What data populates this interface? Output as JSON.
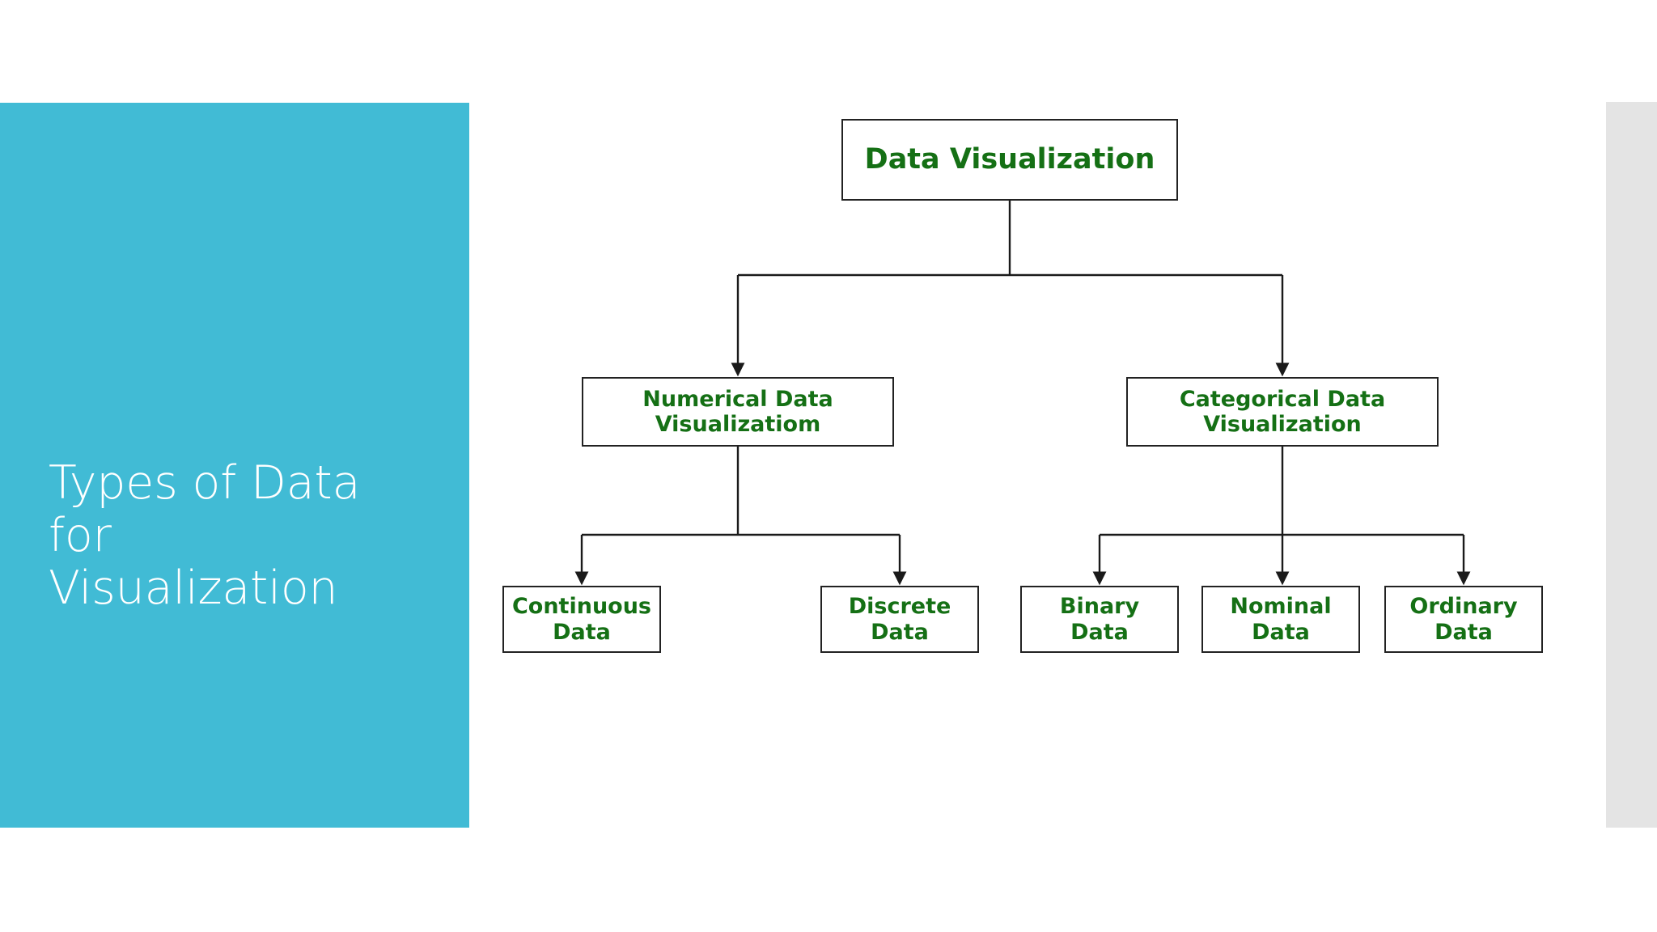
{
  "slide": {
    "background_color": "#ffffff",
    "title": "Types of Data\nfor\nVisualization",
    "title_color": "#ffffff",
    "panel_color": "#41bbd5",
    "right_strip_color": "#e4e4e4"
  },
  "diagram": {
    "type": "tree",
    "node_text_color": "#157015",
    "node_border_color": "#222222",
    "node_fill_color": "#ffffff",
    "connector_color": "#1a1a1a",
    "root": {
      "id": "root",
      "label": "Data Visualization"
    },
    "level2": [
      {
        "id": "numerical",
        "label": "Numerical Data\nVisualizatiom"
      },
      {
        "id": "categorical",
        "label": "Categorical Data\nVisualization"
      }
    ],
    "leaves": [
      {
        "id": "continuous",
        "parent": "numerical",
        "label": "Continuous\nData"
      },
      {
        "id": "discrete",
        "parent": "numerical",
        "label": "Discrete\nData"
      },
      {
        "id": "binary",
        "parent": "categorical",
        "label": "Binary\nData"
      },
      {
        "id": "nominal",
        "parent": "categorical",
        "label": "Nominal\nData"
      },
      {
        "id": "ordinary",
        "parent": "categorical",
        "label": "Ordinary\nData"
      }
    ]
  }
}
